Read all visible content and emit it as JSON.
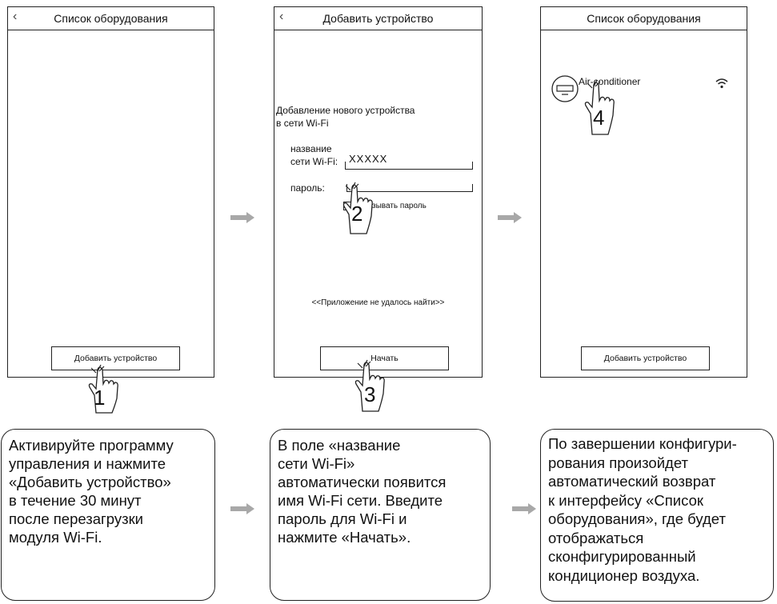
{
  "screens": [
    {
      "title": "Список оборудования",
      "back_icon": "‹",
      "button": "Добавить устройство",
      "step": "1"
    },
    {
      "title": "Добавить устройство",
      "back_icon": "‹",
      "intro_line1": "Добавление нового устройства",
      "intro_line2": "в сети Wi-Fi",
      "ssid_label_line1": "название",
      "ssid_label_line2": "сети Wi-Fi:",
      "ssid_value": "XXXXX",
      "password_label": "пароль:",
      "show_password": "показывать пароль",
      "not_found": "<<Приложение не удалось найти>>",
      "button": "Начать",
      "step_password": "2",
      "step_start": "3"
    },
    {
      "title": "Список оборудования",
      "device_name": "Air-conditioner",
      "button": "Добавить устройство",
      "step": "4"
    }
  ],
  "descriptions": [
    [
      "Активируйте программу",
      "управления и нажмите",
      "«Добавить устройство»",
      "в течение 30 минут",
      "после перезагрузки",
      "модуля Wi-Fi."
    ],
    [
      "В поле «название",
      "сети Wi-Fi»",
      "автоматически появится",
      "имя Wi-Fi сети. Введите",
      "пароль для Wi-Fi и",
      "нажмите «Начать»."
    ],
    [
      "По завершении конфигури-",
      "рования произойдет",
      "автоматический возврат",
      "к интерфейсу «Список",
      "оборудования», где будет",
      "отображаться",
      "сконфигурированный",
      "кондиционер воздуха."
    ]
  ],
  "icons": {
    "arrow": "arrow-right-icon",
    "hand": "pointing-hand-icon",
    "wifi": "wifi-icon",
    "ac": "air-conditioner-icon"
  },
  "colors": {
    "arrow": "#a8a8a8",
    "stroke": "#222222"
  }
}
